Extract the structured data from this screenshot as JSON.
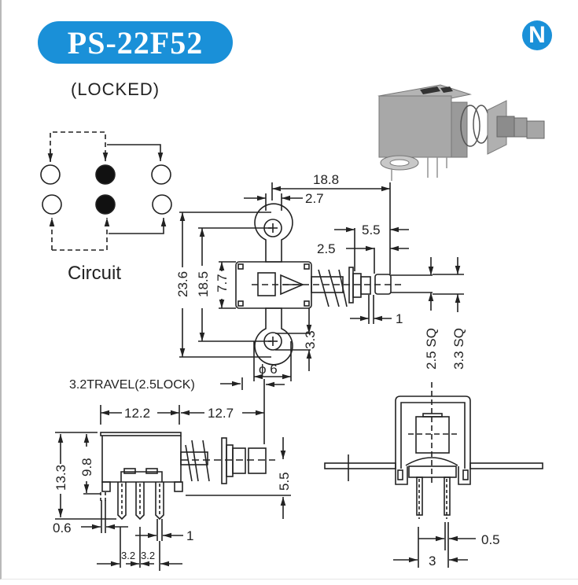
{
  "header": {
    "model": "PS-22F52",
    "subtitle": "(LOCKED)",
    "brand_logo_letter": "N",
    "accent_color": "#1a90d8"
  },
  "circuit": {
    "label": "Circuit"
  },
  "top_view": {
    "dims": {
      "overall_length": "18.8",
      "tab_width": "2.7",
      "height_total": "23.6",
      "hole_pitch": "18.5",
      "body_width": "7.7",
      "stem_step": "5.5",
      "stem_collar": "2.5",
      "stem_gap": "1",
      "tab_offset": "3.3",
      "tab_dia": "ϕ 6",
      "knob_size_a": "2.5 SQ",
      "knob_size_b": "3.3 SQ"
    }
  },
  "side_view": {
    "travel": "3.2TRAVEL(2.5LOCK)",
    "dims": {
      "body_length": "12.2",
      "stem_length": "12.7",
      "total_height": "13.3",
      "body_height": "9.8",
      "stem_height": "5.5",
      "pin_offset": "0.6",
      "pin_width": "1",
      "pin_pitch_a": "3.2",
      "pin_pitch_b": "3.2"
    }
  },
  "front_view": {
    "dims": {
      "pin_thickness": "0.5",
      "pin_pitch": "3"
    }
  }
}
